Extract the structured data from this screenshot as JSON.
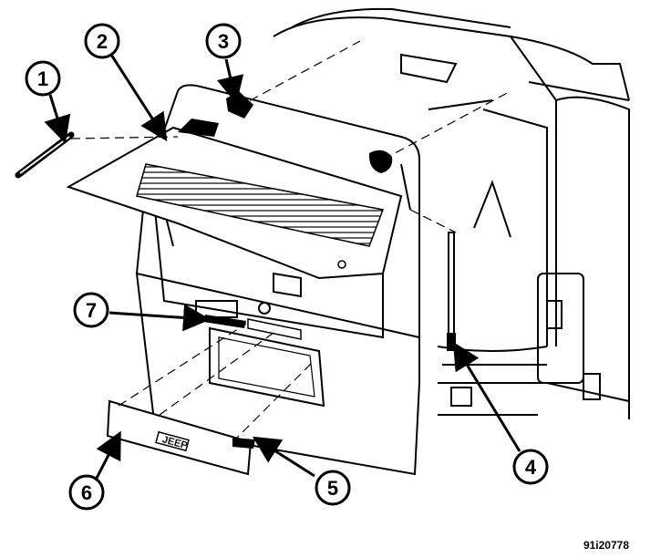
{
  "diagram": {
    "callouts": [
      {
        "id": "1",
        "label": "1"
      },
      {
        "id": "2",
        "label": "2"
      },
      {
        "id": "3",
        "label": "3"
      },
      {
        "id": "4",
        "label": "4"
      },
      {
        "id": "5",
        "label": "5"
      },
      {
        "id": "6",
        "label": "6"
      },
      {
        "id": "7",
        "label": "7"
      }
    ],
    "figure_id": "91i20778",
    "badge_text": "JEEP"
  }
}
